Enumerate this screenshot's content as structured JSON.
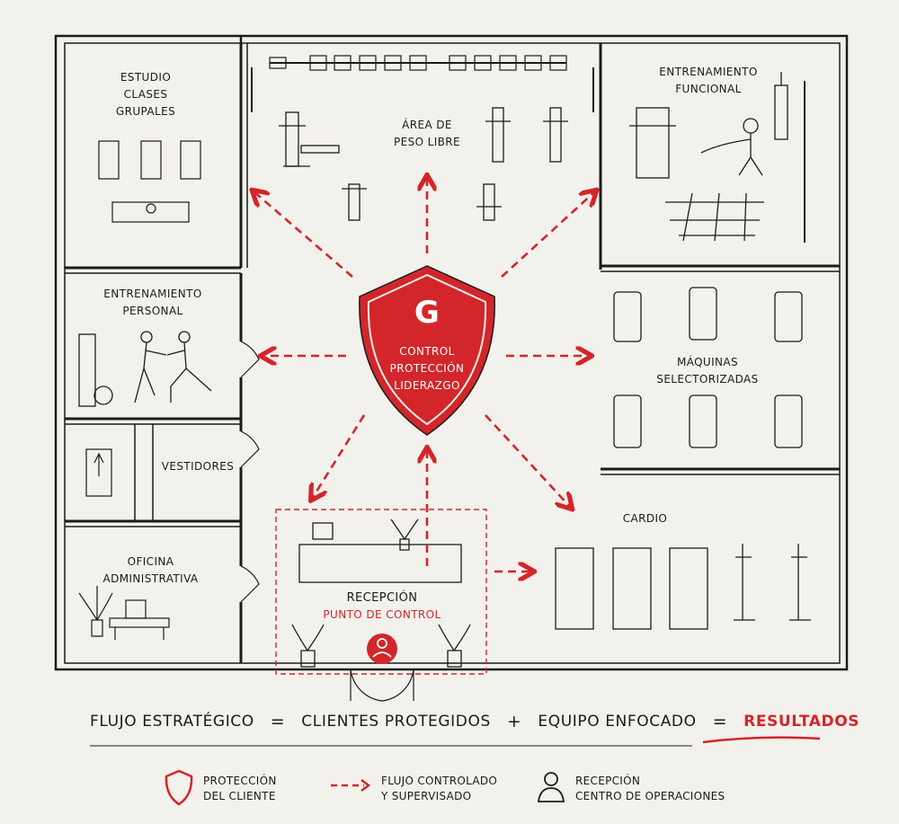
{
  "rooms": {
    "estudio": "ESTUDIO\nCLASES\nGRUPALES",
    "peso_libre": "ÁREA DE\nPESO LIBRE",
    "funcional": "ENTRENAMIENTO\nFUNCIONAL",
    "personal": "ENTRENAMIENTO\nPERSONAL",
    "vestidores": "VESTIDORES",
    "oficina": "OFICINA\nADMINISTRATIVA",
    "maquinas": "MÁQUINAS\nSELECTORIZADAS",
    "cardio": "CARDIO",
    "recepcion": "RECEPCIÓN",
    "punto_control": "PUNTO DE CONTROL"
  },
  "shield": {
    "letter": "G",
    "line1": "CONTROL",
    "line2": "PROTECCIÓN",
    "line3": "LIDERAZGO"
  },
  "formula": {
    "term1": "FLUJO ESTRATÉGICO",
    "eq1": "=",
    "term2": "CLIENTES PROTEGIDOS",
    "plus": "+",
    "term3": "EQUIPO ENFOCADO",
    "eq2": "=",
    "result": "RESULTADOS"
  },
  "legend": {
    "shield_label": "PROTECCIÓN\nDEL CLIENTE",
    "flow_label": "FLUJO CONTROLADO\nY SUPERVISADO",
    "reception_label": "RECEPCIÓN\nCENTRO DE OPERACIONES"
  },
  "colors": {
    "accent": "#d3262a",
    "ink": "#1b1b1b",
    "paper": "#f3f1ec"
  },
  "icons": [
    "shield-icon",
    "dashed-arrow-icon",
    "person-icon",
    "user-circle-icon"
  ]
}
